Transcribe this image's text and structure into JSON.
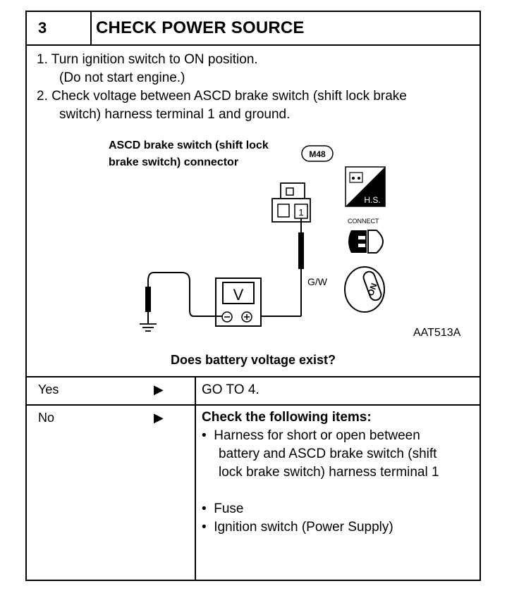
{
  "header": {
    "step_number": "3",
    "title": "CHECK POWER SOURCE"
  },
  "steps": [
    {
      "num": "1.",
      "line1": "Turn ignition switch to ON position.",
      "line2": "(Do not start engine.)"
    },
    {
      "num": "2.",
      "line1": "Check voltage between ASCD brake switch (shift lock brake",
      "line2": "switch) harness terminal 1 and ground."
    }
  ],
  "diagram": {
    "connector_label_line1": "ASCD brake switch (shift lock",
    "connector_label_line2": "brake switch) connector",
    "connector_code": "M48",
    "terminal": "1",
    "meter_symbol": "V",
    "wire_color": "G/W",
    "hs_label": "H.S.",
    "connect_label": "CONNECT",
    "key_label": "ON",
    "figure_id": "AAT513A"
  },
  "question": "Does battery voltage exist?",
  "answers": {
    "yes": {
      "label": "Yes",
      "result": "GO TO 4."
    },
    "no": {
      "label": "No",
      "result_title": "Check the following items:",
      "items": [
        {
          "line1": "Harness for short or open between",
          "line2": "battery and ASCD brake switch (shift",
          "line3": "lock brake switch) harness terminal 1"
        },
        {
          "line1": "Fuse"
        },
        {
          "line1": "Ignition switch   (Power Supply)"
        }
      ]
    }
  }
}
